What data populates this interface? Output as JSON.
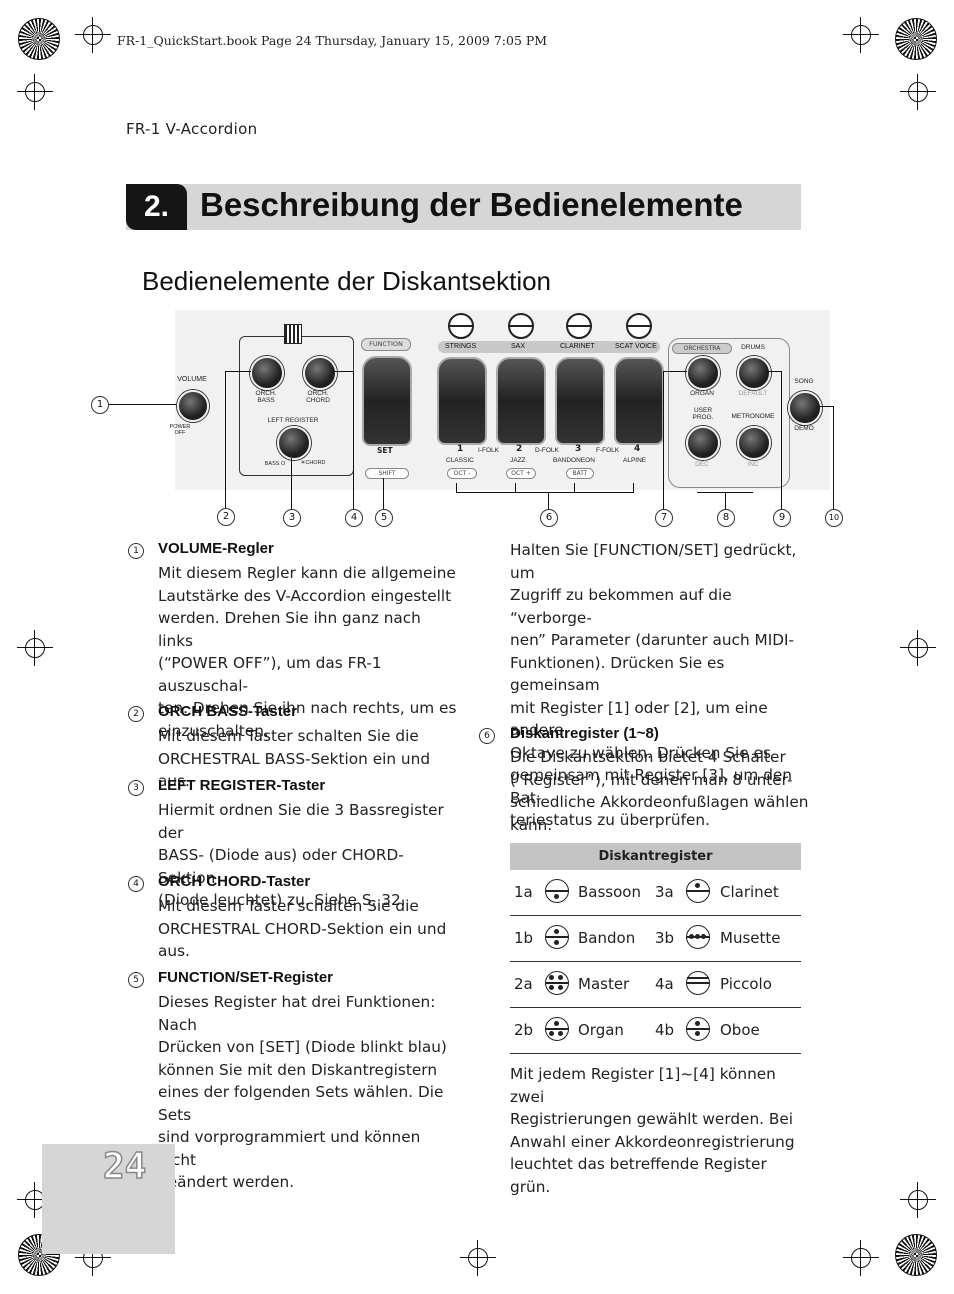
{
  "header_meta": "FR-1_QuickStart.book  Page 24  Thursday, January 15, 2009  7:05 PM",
  "book_title": "FR-1 V-Accordion",
  "chapter": {
    "number": "2.",
    "title": "Beschreibung der Bedienelemente"
  },
  "section_title": "Bedienelemente der Diskantsektion",
  "panel": {
    "volume": "VOLUME",
    "power_off": "POWER\nOFF",
    "orch_bass": "ORCH.\nBASS",
    "orch_chord": "ORCH.\nCHORD",
    "left_register": "LEFT REGISTER",
    "bass_o": "BASS O",
    "chord": "☀CHORD",
    "function": "FUNCTION",
    "set": "SET",
    "shift": "SHIFT",
    "categories": [
      "STRINGS",
      "SAX",
      "CLARINET",
      "SCAT VOICE"
    ],
    "register_numbers": [
      "1",
      "2",
      "3",
      "4"
    ],
    "folk_labels": [
      "I-FOLK",
      "D-FOLK",
      "F-FOLK"
    ],
    "sets": [
      "CLASSIC",
      "JAZZ",
      "BANDONEON",
      "ALPINE"
    ],
    "pills": [
      "OCT -",
      "OCT +",
      "BATT"
    ],
    "orchestra": "ORCHESTRA",
    "drums": "DRUMS",
    "organ": "ORGAN",
    "default": "DEFAULT",
    "user_prog": "USER\nPROG.",
    "metronome": "METRONOME",
    "dec": "DEC",
    "inc": "INC",
    "song": "SONG",
    "demo": "DEMO",
    "callouts": [
      "1",
      "2",
      "3",
      "4",
      "5",
      "6",
      "7",
      "8",
      "9",
      "10"
    ]
  },
  "left_column": [
    {
      "num": "1",
      "title": "VOLUME-Regler",
      "lines": [
        "Mit diesem Regler kann die allgemeine",
        "Lautstärke des V-Accordion eingestellt",
        "werden. Drehen Sie ihn ganz nach links",
        "(“POWER OFF”), um das FR-1 auszuschal-",
        "ten. Drehen Sie ihn nach rechts, um es",
        "einzuschalten."
      ]
    },
    {
      "num": "2",
      "title": "ORCH BASS-Taster",
      "lines": [
        "Mit diesem Taster schalten Sie die",
        "ORCHESTRAL BASS-Sektion ein und aus."
      ]
    },
    {
      "num": "3",
      "title": "LEFT REGISTER-Taster",
      "lines": [
        "Hiermit ordnen Sie die 3 Bassregister der",
        "BASS- (Diode aus) oder CHORD-Sektion",
        "(Diode leuchtet) zu. Siehe S. 32."
      ]
    },
    {
      "num": "4",
      "title": "ORCH CHORD-Taster",
      "lines": [
        "Mit diesem Taster schalten Sie die",
        "ORCHESTRAL CHORD-Sektion ein und",
        "aus."
      ]
    },
    {
      "num": "5",
      "title": "FUNCTION/SET-Register",
      "lines": [
        "Dieses Register hat drei Funktionen: Nach",
        "Drücken von [SET] (Diode blinkt blau)",
        "können Sie mit den Diskantregistern",
        "eines der folgenden Sets wählen. Die Sets",
        "sind vorprogrammiert und können nicht",
        "geändert werden."
      ]
    }
  ],
  "right_intro_lines": [
    "Halten Sie [FUNCTION/SET] gedrückt, um",
    "Zugriff zu bekommen auf die “verborge-",
    "nen” Parameter (darunter auch MIDI-",
    "Funktionen). Drücken Sie es gemeinsam",
    "mit Register [1] oder [2], um eine andere",
    "Oktave zu wählen. Drücken Sie es",
    "gemeinsam mit Register [3], um den Bat-",
    "teriestatus zu überprüfen."
  ],
  "item6": {
    "num": "6",
    "title": "Diskantregister (1~8)",
    "lines": [
      "Die Diskantsektion bietet 4 Schalter",
      "(“Register”), mit denen man 8 unter-",
      "schiedliche Akkordeonfußlagen wählen",
      "kann."
    ]
  },
  "table": {
    "header": "Diskantregister",
    "rows": [
      [
        "1a",
        "Bassoon",
        "3a",
        "Clarinet"
      ],
      [
        "1b",
        "Bandon",
        "3b",
        "Musette"
      ],
      [
        "2a",
        "Master",
        "4a",
        "Piccolo"
      ],
      [
        "2b",
        "Organ",
        "4b",
        "Oboe"
      ]
    ]
  },
  "closing_lines": [
    "Mit jedem Register [1]~[4] können zwei",
    "Registrierungen gewählt werden. Bei",
    "Anwahl einer Akkordeonregistrierung",
    "leuchtet das betreffende Register grün."
  ],
  "page_number": "24"
}
